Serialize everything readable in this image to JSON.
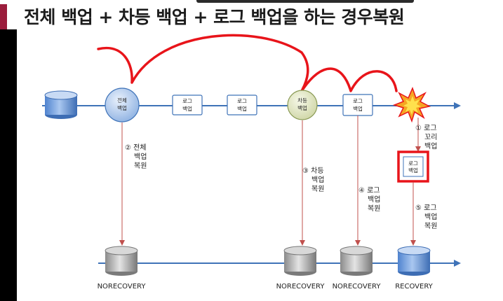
{
  "title": "전체 백업 + 차등 백업 + 로그 백업을 하는 경우복원",
  "nodes": {
    "full_backup": [
      "전체",
      "백업"
    ],
    "diff_backup": [
      "차등",
      "백업"
    ],
    "log_backup_1": [
      "로그",
      "백업"
    ],
    "log_backup_2": [
      "로그",
      "백업"
    ],
    "log_backup_3": [
      "로그",
      "백업"
    ],
    "tail_log_backup": [
      "로그",
      "백업"
    ]
  },
  "steps": {
    "step1": [
      "① 로그",
      "꼬리",
      "백업"
    ],
    "step2": [
      "② 전체",
      "백업",
      "복원"
    ],
    "step3": [
      "③ 차등",
      "백업",
      "복원"
    ],
    "step4": [
      "④ 로그",
      "백업",
      "복원"
    ],
    "step5": [
      "⑤ 로그",
      "백업",
      "복원"
    ]
  },
  "databases": {
    "db1": "NORECOVERY",
    "db2": "NORECOVERY",
    "db3": "NORECOVERY",
    "db4": "RECOVERY"
  },
  "colors": {
    "accent": "#9b1d3c",
    "timeline": "#3f73b8",
    "restore_arrow": "#c0504d",
    "annotation": "#e8141a",
    "highlight_box": "#e8141a"
  }
}
